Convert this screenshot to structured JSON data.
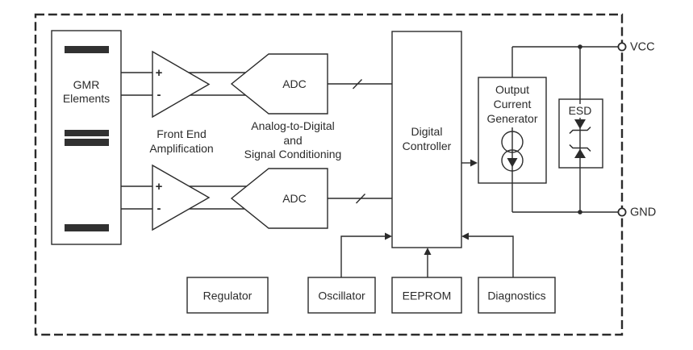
{
  "blocks": {
    "gmr": {
      "line1": "GMR",
      "line2": "Elements"
    },
    "amp": {
      "plus": "+",
      "minus": "-"
    },
    "amp_caption": {
      "line1": "Front End",
      "line2": "Amplification"
    },
    "adc1": {
      "label": "ADC"
    },
    "adc2": {
      "label": "ADC"
    },
    "adc_caption": {
      "line1": "Analog-to-Digital",
      "line2": "and",
      "line3": "Signal Conditioning"
    },
    "controller": {
      "line1": "Digital",
      "line2": "Controller"
    },
    "ocg": {
      "line1": "Output",
      "line2": "Current",
      "line3": "Generator"
    },
    "esd": {
      "label": "ESD"
    },
    "regulator": {
      "label": "Regulator"
    },
    "oscillator": {
      "label": "Oscillator"
    },
    "eeprom": {
      "label": "EEPROM"
    },
    "diagnostics": {
      "label": "Diagnostics"
    }
  },
  "pins": {
    "vcc": "VCC",
    "gnd": "GND"
  },
  "colors": {
    "line": "#2b2b2b",
    "bar": "#313131",
    "background": "#ffffff"
  }
}
